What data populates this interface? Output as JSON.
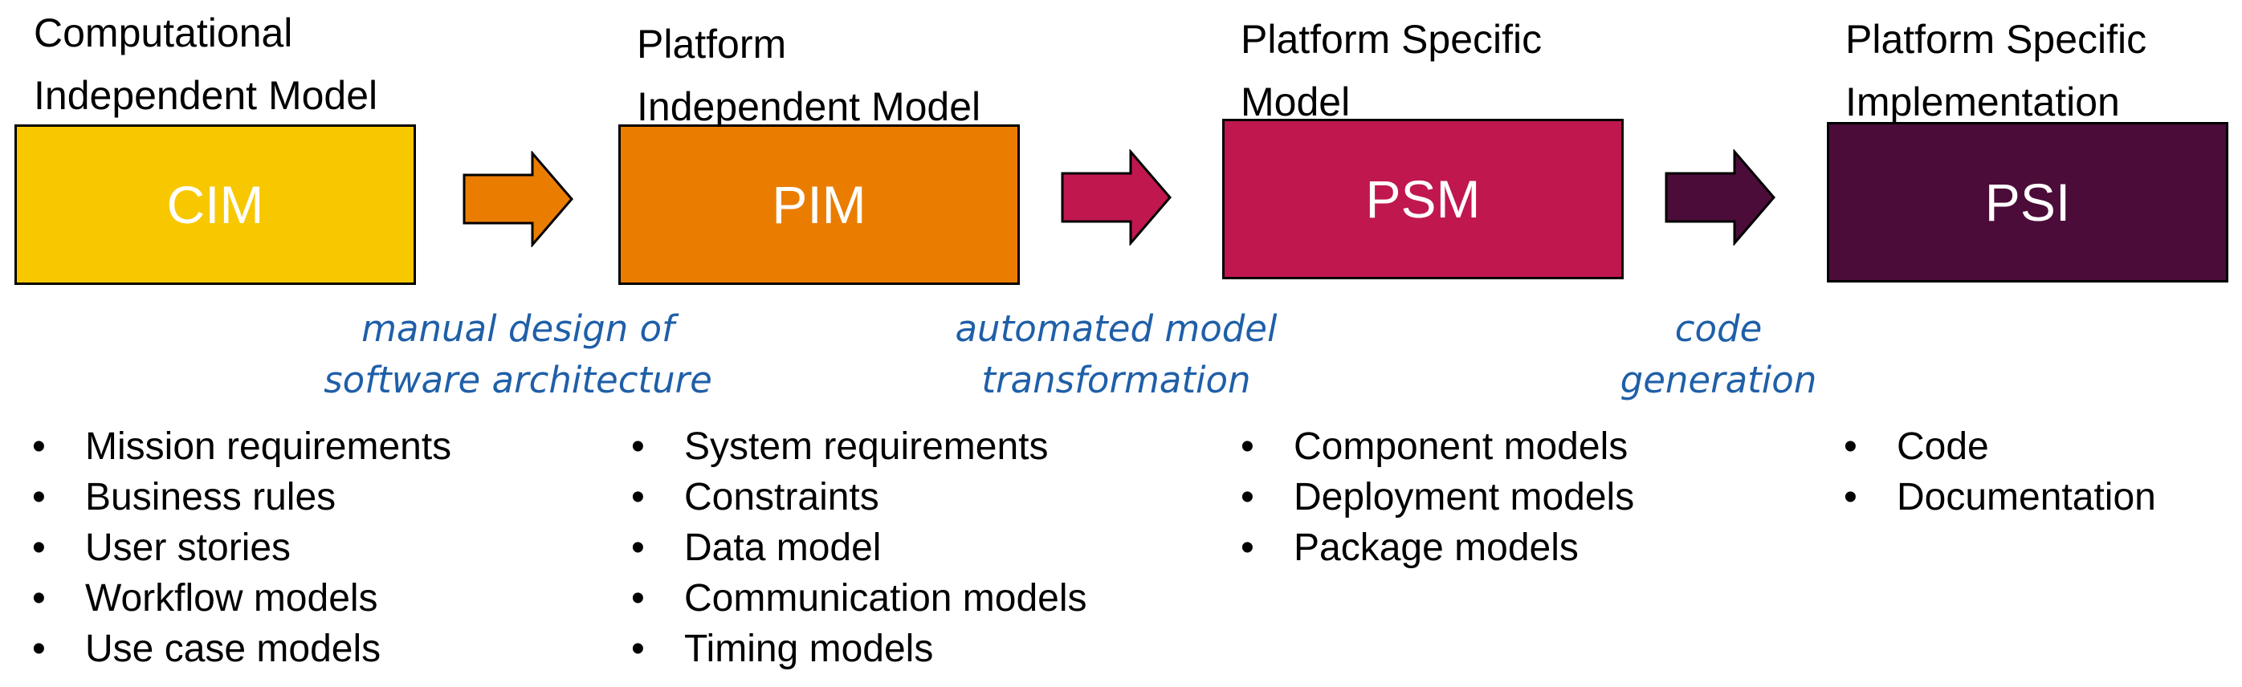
{
  "stages": [
    {
      "title_lines": [
        "Computational",
        "Independent Model"
      ],
      "abbr": "CIM",
      "color": "#F7C800",
      "items": [
        "Mission requirements",
        "Business rules",
        "User stories",
        "Workflow models",
        "Use case models"
      ]
    },
    {
      "title_lines": [
        "Platform",
        "Independent Model"
      ],
      "abbr": "PIM",
      "color": "#EA7D00",
      "items": [
        "System requirements",
        "Constraints",
        "Data model",
        "Communication models",
        "Timing models"
      ]
    },
    {
      "title_lines": [
        "Platform Specific",
        "Model"
      ],
      "abbr": "PSM",
      "color": "#C0174F",
      "items": [
        "Component models",
        "Deployment models",
        "Package models"
      ]
    },
    {
      "title_lines": [
        "Platform Specific",
        "Implementation"
      ],
      "abbr": "PSI",
      "color": "#4B0C39",
      "items": [
        "Code",
        "Documentation"
      ]
    }
  ],
  "transitions": [
    {
      "lines": [
        "manual design of",
        "software architecture"
      ],
      "arrow_color": "#EA7D00"
    },
    {
      "lines": [
        "automated model",
        "transformation"
      ],
      "arrow_color": "#C0174F"
    },
    {
      "lines": [
        "code",
        "generation"
      ],
      "arrow_color": "#4B0C39"
    }
  ],
  "transition_text_color": "#1F5FA8"
}
